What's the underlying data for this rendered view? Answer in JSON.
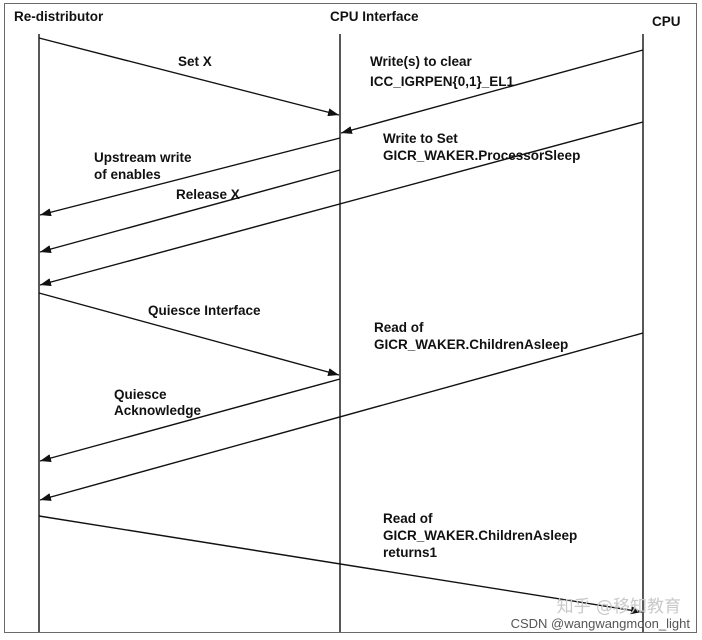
{
  "diagram": {
    "lifelines": [
      {
        "label": "Re-distributor"
      },
      {
        "label": "CPU Interface"
      },
      {
        "label": "CPU"
      }
    ],
    "messages": [
      {
        "from": 0,
        "to": 1,
        "label": [
          "Set X"
        ]
      },
      {
        "from": 2,
        "to": 1,
        "label": [
          "Write(s) to clear",
          "ICC_IGRPEN{0,1}_EL1"
        ]
      },
      {
        "from": 1,
        "to": 0,
        "label": [
          "Upstream write",
          "of enables"
        ]
      },
      {
        "from": 1,
        "to": 0,
        "label": [
          "Release X"
        ]
      },
      {
        "from": 2,
        "to": 0,
        "label": [
          "Write to Set",
          "GICR_WAKER.ProcessorSleep"
        ]
      },
      {
        "from": 0,
        "to": 1,
        "label": [
          "Quiesce Interface"
        ]
      },
      {
        "from": 2,
        "to": 0,
        "label": [
          "Read of",
          "GICR_WAKER.ChildrenAsleep"
        ]
      },
      {
        "from": 1,
        "to": 0,
        "label": [
          "Quiesce",
          "Acknowledge"
        ]
      },
      {
        "from": 0,
        "to": 2,
        "label": [
          "Read of",
          "GICR_WAKER.ChildrenAsleep",
          "returns1"
        ]
      }
    ]
  },
  "watermark": {
    "zhihu": "知乎 @移知教育",
    "csdn": "CSDN @wangwangmoon_light"
  }
}
